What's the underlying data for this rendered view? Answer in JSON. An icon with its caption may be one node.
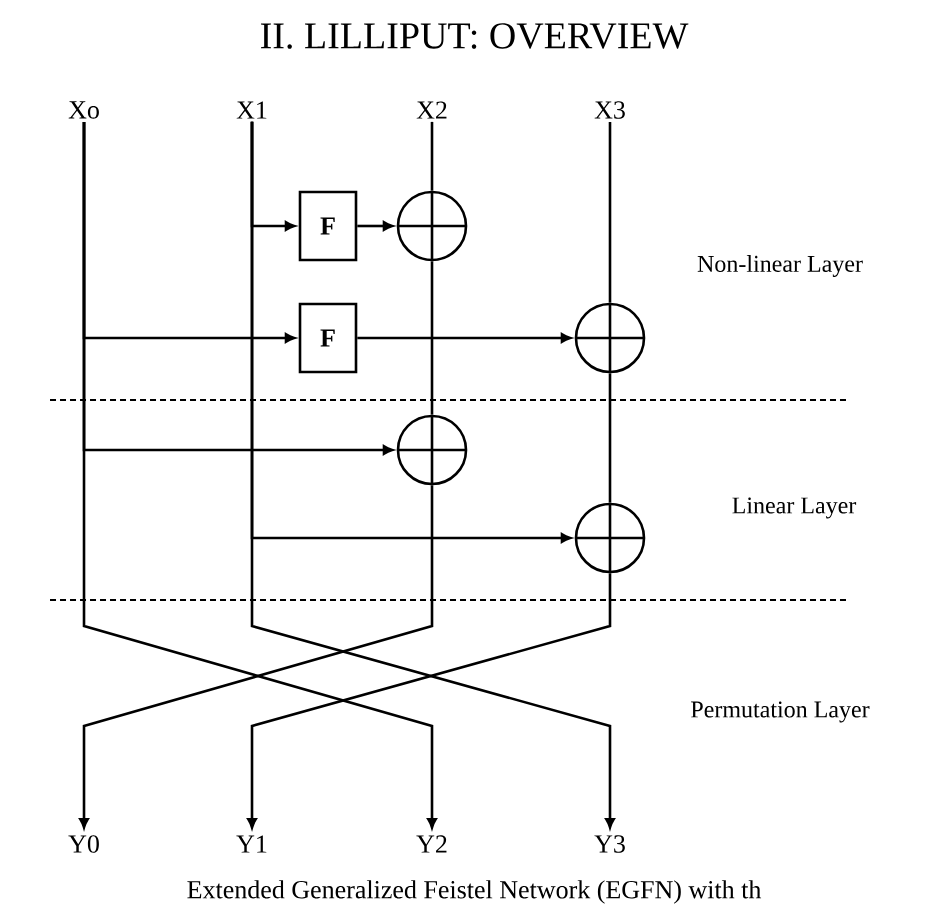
{
  "diagram": {
    "title": "II.  LILLIPUT: OVERVIEW",
    "caption": "Extended Generalized Feistel Network (EGFN) with th",
    "nodes": [
      {
        "text": [
          "Xo"
        ]
      },
      {
        "text": [
          "X1"
        ]
      },
      {
        "text": [
          "X2"
        ]
      },
      {
        "text": [
          "X3"
        ]
      },
      {
        "text": [
          "F"
        ]
      },
      {
        "text": [],
        "shape": "circle"
      },
      {
        "text": [
          "F"
        ]
      },
      {
        "text": [],
        "shape": "circle"
      },
      {
        "text": [],
        "shape": "circle"
      },
      {
        "text": [],
        "shape": "circle"
      },
      {
        "text": [
          "Y0"
        ]
      },
      {
        "text": [
          "Y1"
        ]
      },
      {
        "text": [
          "Y2"
        ]
      },
      {
        "text": [
          "Y3"
        ]
      }
    ],
    "edges": [
      {
        "from": 1,
        "to": 4,
        "arrow": "to"
      },
      {
        "from": 4,
        "to": 5,
        "arrow": "to"
      },
      {
        "from": 2,
        "to": 5,
        "arrow": "none"
      },
      {
        "from": 0,
        "to": 6,
        "arrow": "to"
      },
      {
        "from": 6,
        "to": 7,
        "arrow": "to"
      },
      {
        "from": 3,
        "to": 7,
        "arrow": "none"
      },
      {
        "from": 5,
        "to": 8,
        "arrow": "none"
      },
      {
        "from": 0,
        "to": 8,
        "arrow": "to"
      },
      {
        "from": 7,
        "to": 9,
        "arrow": "none"
      },
      {
        "from": 1,
        "to": 9,
        "arrow": "to"
      },
      {
        "from": 0,
        "to": 12,
        "arrow": "to"
      },
      {
        "from": 1,
        "to": 13,
        "arrow": "to"
      },
      {
        "from": 8,
        "to": 10,
        "arrow": "to"
      },
      {
        "from": 9,
        "to": 11,
        "arrow": "to"
      }
    ],
    "labels": [
      "Non-linear Layer",
      "Linear Layer",
      "Permutation Layer"
    ]
  }
}
